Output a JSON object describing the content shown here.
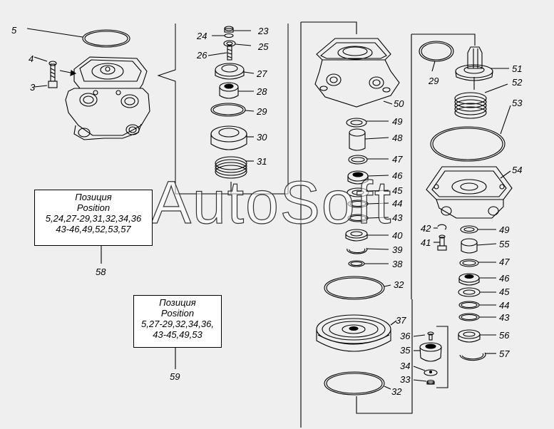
{
  "watermark": "AutoSoft",
  "callouts": {
    "c3": "3",
    "c4": "4",
    "c5": "5",
    "c23": "23",
    "c24": "24",
    "c25": "25",
    "c26": "26",
    "c27": "27",
    "c28": "28",
    "c29a": "29",
    "c30": "30",
    "c31": "31",
    "c50": "50",
    "c49a": "49",
    "c48": "48",
    "c47a": "47",
    "c46a": "46",
    "c45a": "45",
    "c44a": "44",
    "c43a": "43",
    "c40": "40",
    "c39": "39",
    "c38": "38",
    "c32a": "32",
    "c37": "37",
    "c36": "36",
    "c35": "35",
    "c34": "34",
    "c33": "33",
    "c32b": "32",
    "c29b": "29",
    "c51": "51",
    "c52": "52",
    "c53": "53",
    "c54": "54",
    "c42": "42",
    "c41": "41",
    "c49b": "49",
    "c55": "55",
    "c47b": "47",
    "c46b": "46",
    "c45b": "45",
    "c44b": "44",
    "c43b": "43",
    "c56": "56",
    "c57": "57"
  },
  "position_box_1": {
    "lines": [
      "Позиция",
      "Position",
      "5,24,27-29,31,32,34,36",
      "43-46,49,52,53,57"
    ],
    "ref": "58"
  },
  "position_box_2": {
    "lines": [
      "Позиция",
      "Position",
      "5,27-29,32,34,36,",
      "43-45,49,53"
    ],
    "ref": "59"
  }
}
